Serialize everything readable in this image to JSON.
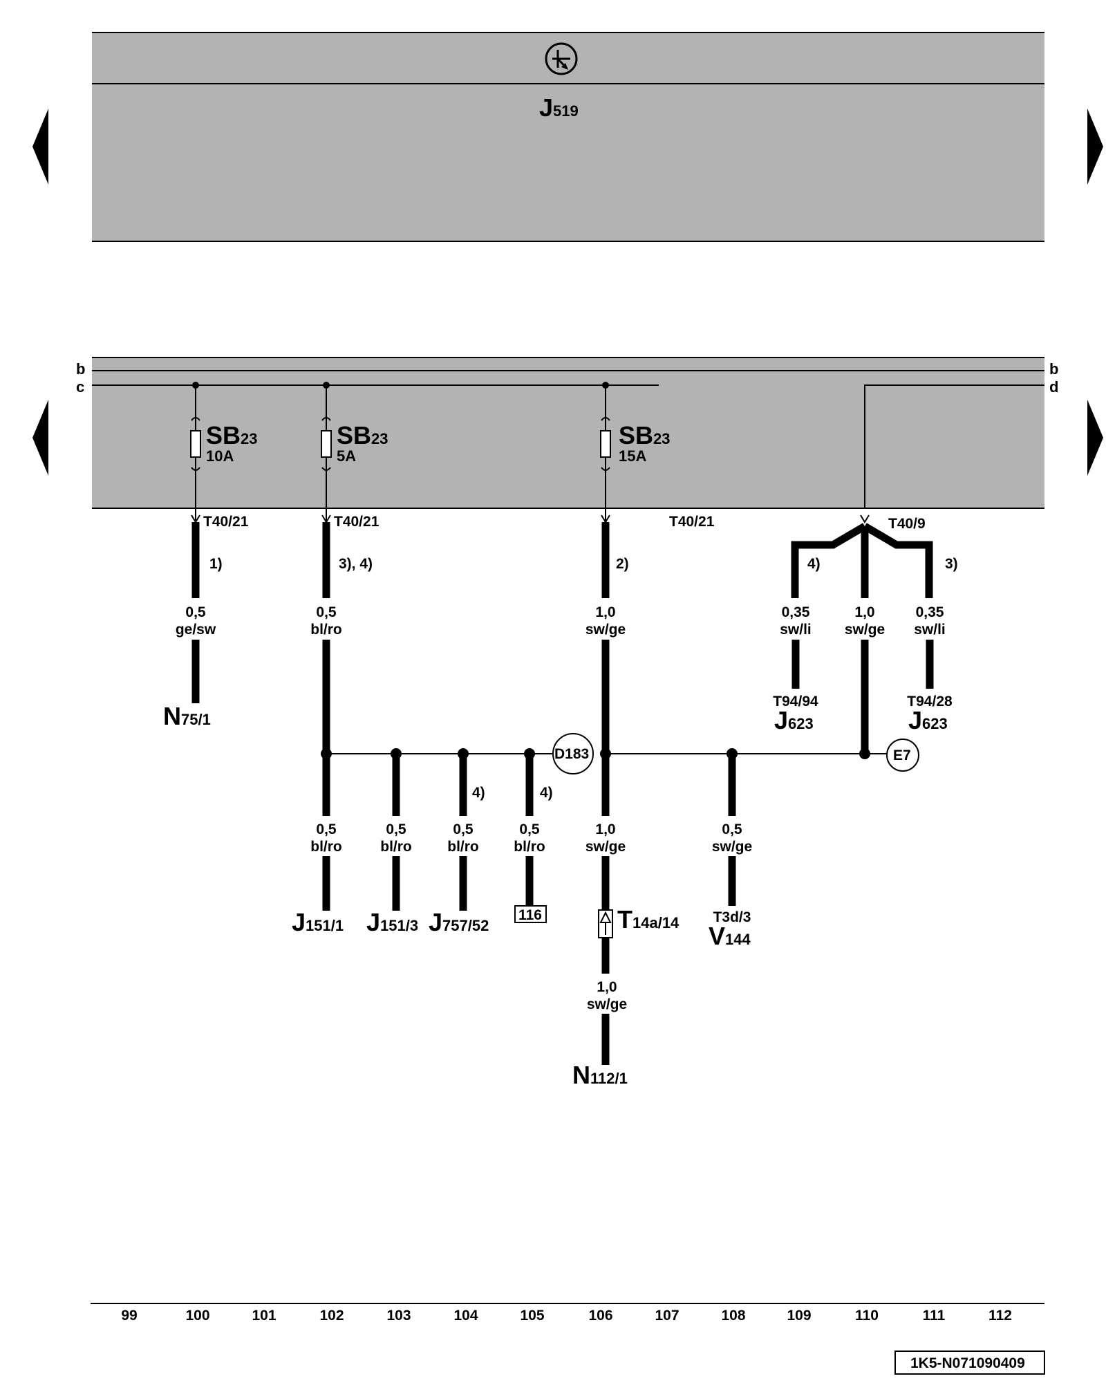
{
  "control_unit": {
    "name": "J",
    "sub": "519"
  },
  "bus": {
    "b": "b",
    "c": "c",
    "b_right": "b",
    "d": "d"
  },
  "fuses": [
    {
      "name": "SB",
      "sub": "23",
      "rating": "10A"
    },
    {
      "name": "SB",
      "sub": "23",
      "rating": "5A"
    },
    {
      "name": "SB",
      "sub": "23",
      "rating": "15A"
    }
  ],
  "connectors": {
    "c1": "T40/21",
    "c2": "T40/21",
    "c3": "T40/21",
    "c4": "T40/9",
    "t94a": "T94/94",
    "t94b": "T94/28",
    "t3d": "T3d/3",
    "t14a_main": "T",
    "t14a_sub": "14a/14"
  },
  "notes": {
    "n1": "1)",
    "n2": "3), 4)",
    "n3": "2)",
    "n4": "4)",
    "n5": "3)",
    "n6": "4)",
    "n7": "4)"
  },
  "wires": {
    "w1": {
      "size": "0,5",
      "color": "ge/sw"
    },
    "w2": {
      "size": "0,5",
      "color": "bl/ro"
    },
    "w3": {
      "size": "1,0",
      "color": "sw/ge"
    },
    "w4": {
      "size": "0,35",
      "color": "sw/li"
    },
    "w5": {
      "size": "1,0",
      "color": "sw/ge"
    },
    "w6": {
      "size": "0,35",
      "color": "sw/li"
    },
    "w7": {
      "size": "0,5",
      "color": "bl/ro"
    },
    "w8": {
      "size": "0,5",
      "color": "bl/ro"
    },
    "w9": {
      "size": "0,5",
      "color": "bl/ro"
    },
    "w10": {
      "size": "0,5",
      "color": "bl/ro"
    },
    "w11": {
      "size": "1,0",
      "color": "sw/ge"
    },
    "w12": {
      "size": "0,5",
      "color": "sw/ge"
    },
    "w13": {
      "size": "1,0",
      "color": "sw/ge"
    }
  },
  "components": {
    "n75": {
      "name": "N",
      "sub": "75/1"
    },
    "j623a": {
      "name": "J",
      "sub": "623"
    },
    "j623b": {
      "name": "J",
      "sub": "623"
    },
    "j151_1": {
      "name": "J",
      "sub": "151/1"
    },
    "j151_3": {
      "name": "J",
      "sub": "151/3"
    },
    "j757": {
      "name": "J",
      "sub": "757/52"
    },
    "v144": {
      "name": "V",
      "sub": "144"
    },
    "n112": {
      "name": "N",
      "sub": "112/1"
    }
  },
  "junctions": {
    "d183": "D183",
    "e7": "E7"
  },
  "ref_box": "116",
  "ruler": [
    "99",
    "100",
    "101",
    "102",
    "103",
    "104",
    "105",
    "106",
    "107",
    "108",
    "109",
    "110",
    "111",
    "112"
  ],
  "doc_id": "1K5-N071090409",
  "colors": {
    "panel": "#b3b3b3",
    "wire": "#000000"
  }
}
